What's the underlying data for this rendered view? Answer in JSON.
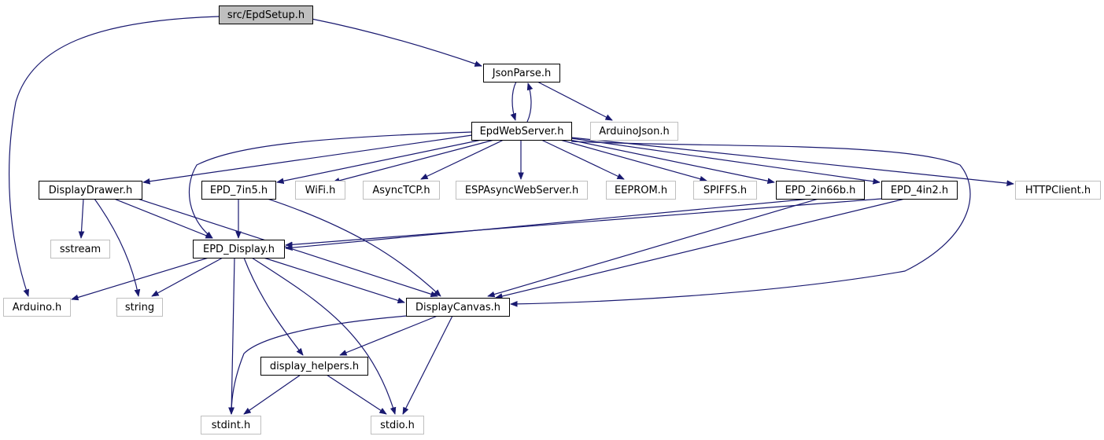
{
  "graph": {
    "edge_color": "#191970",
    "nodes": [
      {
        "id": "epdsetup",
        "label": "src/EpdSetup.h",
        "kind": "root"
      },
      {
        "id": "jsonparse",
        "label": "JsonParse.h",
        "kind": "doc"
      },
      {
        "id": "arduinojson",
        "label": "ArduinoJson.h",
        "kind": "ext"
      },
      {
        "id": "epdwebserver",
        "label": "EpdWebServer.h",
        "kind": "doc"
      },
      {
        "id": "displaydrawer",
        "label": "DisplayDrawer.h",
        "kind": "doc"
      },
      {
        "id": "epd7in5",
        "label": "EPD_7in5.h",
        "kind": "doc"
      },
      {
        "id": "wifi",
        "label": "WiFi.h",
        "kind": "ext"
      },
      {
        "id": "asynctcp",
        "label": "AsyncTCP.h",
        "kind": "ext"
      },
      {
        "id": "espasyncwebserver",
        "label": "ESPAsyncWebServer.h",
        "kind": "ext"
      },
      {
        "id": "eeprom",
        "label": "EEPROM.h",
        "kind": "ext"
      },
      {
        "id": "spiffs",
        "label": "SPIFFS.h",
        "kind": "ext"
      },
      {
        "id": "epd2in66b",
        "label": "EPD_2in66b.h",
        "kind": "doc"
      },
      {
        "id": "epd4in2",
        "label": "EPD_4in2.h",
        "kind": "doc"
      },
      {
        "id": "httpclient",
        "label": "HTTPClient.h",
        "kind": "ext"
      },
      {
        "id": "sstream",
        "label": "sstream",
        "kind": "ext"
      },
      {
        "id": "epddisplay",
        "label": "EPD_Display.h",
        "kind": "doc"
      },
      {
        "id": "arduino",
        "label": "Arduino.h",
        "kind": "ext"
      },
      {
        "id": "string",
        "label": "string",
        "kind": "ext"
      },
      {
        "id": "displaycanvas",
        "label": "DisplayCanvas.h",
        "kind": "doc"
      },
      {
        "id": "displayhelpers",
        "label": "display_helpers.h",
        "kind": "doc"
      },
      {
        "id": "stdint",
        "label": "stdint.h",
        "kind": "ext"
      },
      {
        "id": "stdio",
        "label": "stdio.h",
        "kind": "ext"
      }
    ],
    "edges": [
      {
        "from": "epdsetup",
        "to": "jsonparse"
      },
      {
        "from": "epdsetup",
        "to": "arduino"
      },
      {
        "from": "jsonparse",
        "to": "epdwebserver"
      },
      {
        "from": "jsonparse",
        "to": "arduinojson"
      },
      {
        "from": "epdwebserver",
        "to": "jsonparse"
      },
      {
        "from": "epdwebserver",
        "to": "displaydrawer"
      },
      {
        "from": "epdwebserver",
        "to": "epd7in5"
      },
      {
        "from": "epdwebserver",
        "to": "wifi"
      },
      {
        "from": "epdwebserver",
        "to": "asynctcp"
      },
      {
        "from": "epdwebserver",
        "to": "espasyncwebserver"
      },
      {
        "from": "epdwebserver",
        "to": "eeprom"
      },
      {
        "from": "epdwebserver",
        "to": "spiffs"
      },
      {
        "from": "epdwebserver",
        "to": "epd2in66b"
      },
      {
        "from": "epdwebserver",
        "to": "epd4in2"
      },
      {
        "from": "epdwebserver",
        "to": "httpclient"
      },
      {
        "from": "epdwebserver",
        "to": "epddisplay"
      },
      {
        "from": "epdwebserver",
        "to": "displaycanvas"
      },
      {
        "from": "displaydrawer",
        "to": "sstream"
      },
      {
        "from": "displaydrawer",
        "to": "string"
      },
      {
        "from": "displaydrawer",
        "to": "epddisplay"
      },
      {
        "from": "displaydrawer",
        "to": "displaycanvas"
      },
      {
        "from": "epd7in5",
        "to": "epddisplay"
      },
      {
        "from": "epd7in5",
        "to": "displaycanvas"
      },
      {
        "from": "epd2in66b",
        "to": "epddisplay"
      },
      {
        "from": "epd2in66b",
        "to": "displaycanvas"
      },
      {
        "from": "epd4in2",
        "to": "epddisplay"
      },
      {
        "from": "epd4in2",
        "to": "displaycanvas"
      },
      {
        "from": "epddisplay",
        "to": "arduino"
      },
      {
        "from": "epddisplay",
        "to": "string"
      },
      {
        "from": "epddisplay",
        "to": "displaycanvas"
      },
      {
        "from": "epddisplay",
        "to": "displayhelpers"
      },
      {
        "from": "epddisplay",
        "to": "stdint"
      },
      {
        "from": "epddisplay",
        "to": "stdio"
      },
      {
        "from": "displaycanvas",
        "to": "displayhelpers"
      },
      {
        "from": "displaycanvas",
        "to": "stdint"
      },
      {
        "from": "displaycanvas",
        "to": "stdio"
      },
      {
        "from": "displayhelpers",
        "to": "stdint"
      },
      {
        "from": "displayhelpers",
        "to": "stdio"
      }
    ]
  }
}
